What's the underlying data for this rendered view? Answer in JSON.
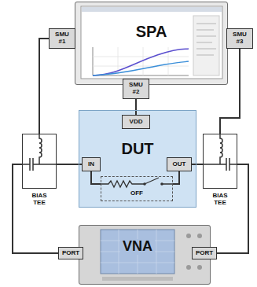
{
  "diagram": {
    "nodes": [
      {
        "text": [
          "SPA"
        ]
      },
      {
        "text": [
          "SMU #1"
        ],
        "in": 0
      },
      {
        "text": [
          "SMU #3"
        ],
        "in": 0
      },
      {
        "text": [
          "SMU #2"
        ],
        "in": 0
      },
      {
        "text": [
          "BIAS TEE"
        ]
      },
      {
        "text": [
          "DUT"
        ]
      },
      {
        "text": [
          "VDD"
        ],
        "in": 5
      },
      {
        "text": [
          "IN"
        ],
        "in": 5
      },
      {
        "text": [
          "OUT"
        ],
        "in": 5
      },
      {
        "text": [
          "OFF"
        ],
        "in": 5
      },
      {
        "text": [
          "BIAS TEE"
        ]
      },
      {
        "text": [
          "VNA"
        ]
      },
      {
        "text": [
          "PORT"
        ],
        "in": 11
      },
      {
        "text": [
          "PORT"
        ],
        "in": 11
      }
    ],
    "edges": [
      {
        "from": 1,
        "to": 4,
        "arrow": "none"
      },
      {
        "from": 2,
        "to": 10,
        "arrow": "none"
      },
      {
        "from": 3,
        "to": 6,
        "arrow": "none"
      },
      {
        "from": 4,
        "to": 7,
        "arrow": "none"
      },
      {
        "from": 8,
        "to": 10,
        "arrow": "none"
      },
      {
        "from": 7,
        "to": 9,
        "arrow": "none"
      },
      {
        "from": 9,
        "to": 8,
        "arrow": "none"
      },
      {
        "from": 4,
        "to": 12,
        "arrow": "none"
      },
      {
        "from": 10,
        "to": 13,
        "arrow": "none"
      }
    ]
  }
}
